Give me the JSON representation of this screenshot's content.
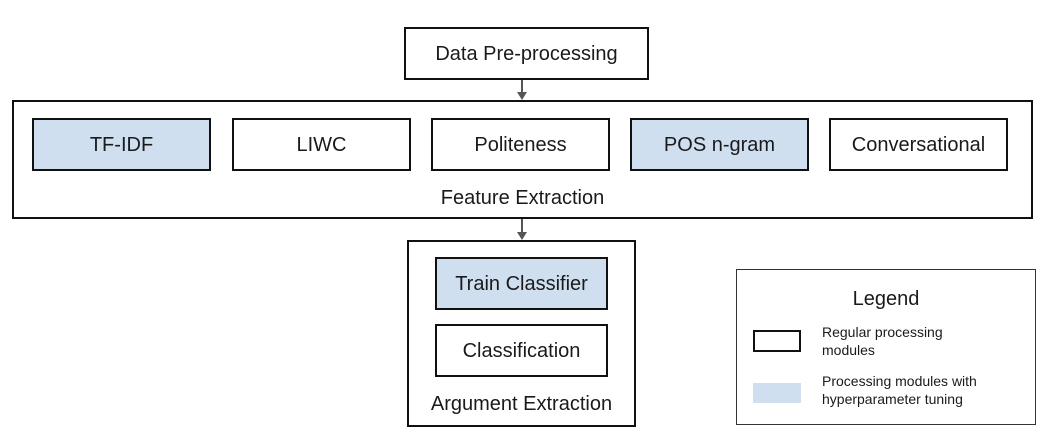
{
  "preprocessing": {
    "label": "Data Pre-processing"
  },
  "feature_extraction": {
    "title": "Feature Extraction",
    "modules": [
      {
        "label": "TF-IDF",
        "tuned": true
      },
      {
        "label": "LIWC",
        "tuned": false
      },
      {
        "label": "Politeness",
        "tuned": false
      },
      {
        "label": "POS n-gram",
        "tuned": true
      },
      {
        "label": "Conversational",
        "tuned": false
      }
    ]
  },
  "argument_extraction": {
    "title": "Argument Extraction",
    "train_label": "Train Classifier",
    "classification_label": "Classification"
  },
  "legend": {
    "title": "Legend",
    "regular_line1": "Regular processing",
    "regular_line2": "modules",
    "tuned_line1": "Processing modules with",
    "tuned_line2": "hyperparameter tuning"
  },
  "colors": {
    "tuned_fill": "#cfdff0",
    "border": "#111111",
    "arrow": "#555555"
  }
}
